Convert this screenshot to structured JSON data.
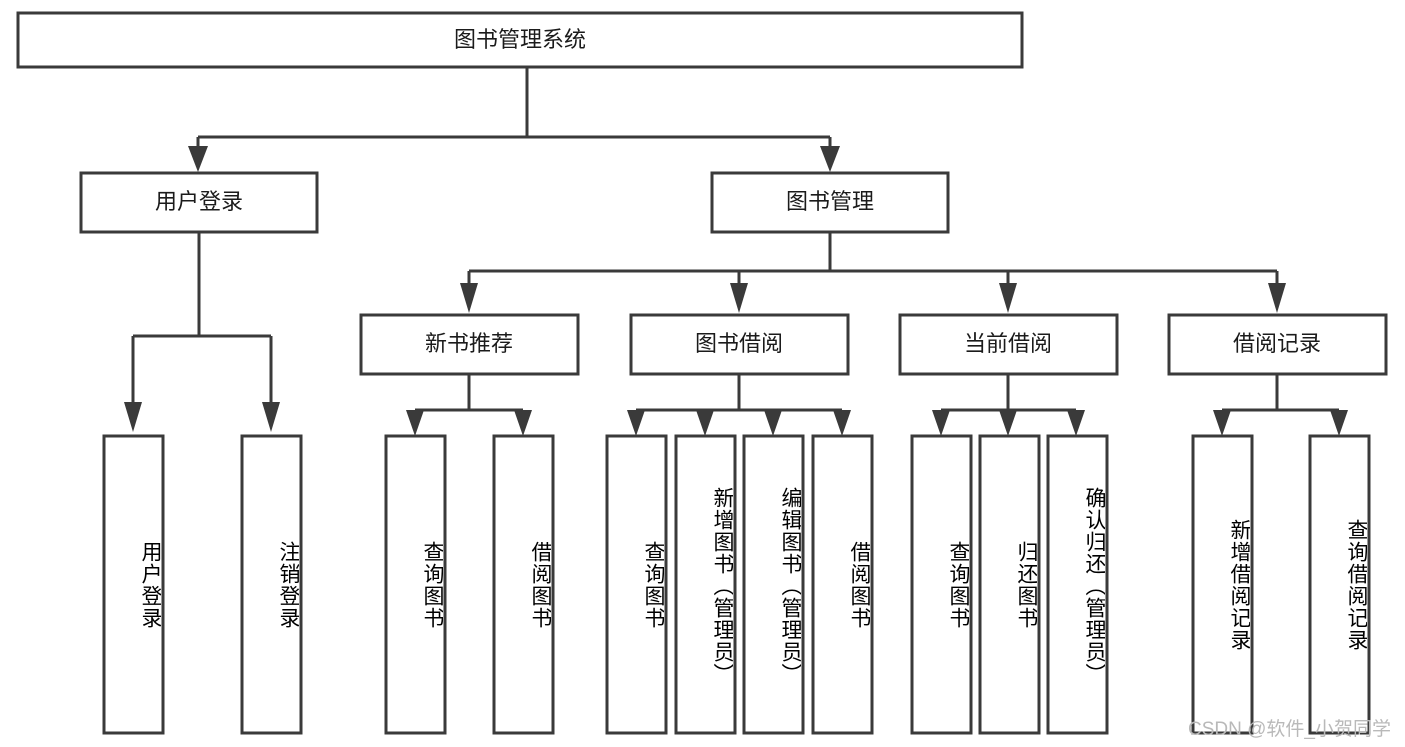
{
  "diagram": {
    "title": "图书管理系统",
    "type": "hierarchy-tree",
    "watermark": "CSDN @软件_小贺同学",
    "colors": {
      "box_stroke": "#3a3a3a",
      "box_fill": "#ffffff",
      "text": "#1b1b1b",
      "connector": "#3a3a3a",
      "watermark": "#b9b9b9",
      "background": "#ffffff"
    },
    "levels": {
      "root": {
        "label": "图书管理系统"
      },
      "level2": [
        {
          "id": "user-login",
          "label": "用户登录"
        },
        {
          "id": "book-manage",
          "label": "图书管理"
        }
      ],
      "level3": [
        {
          "id": "new-book-recommend",
          "label": "新书推荐",
          "parent": "book-manage"
        },
        {
          "id": "book-borrow",
          "label": "图书借阅",
          "parent": "book-manage"
        },
        {
          "id": "current-borrow",
          "label": "当前借阅",
          "parent": "book-manage"
        },
        {
          "id": "borrow-record",
          "label": "借阅记录",
          "parent": "book-manage"
        }
      ],
      "leaves": {
        "user-login": [
          {
            "id": "leaf-user-login",
            "label": "用户登录"
          },
          {
            "id": "leaf-user-logout",
            "label": "注销登录"
          }
        ],
        "new-book-recommend": [
          {
            "id": "leaf-query-book-1",
            "label": "查询图书"
          },
          {
            "id": "leaf-borrow-book-1",
            "label": "借阅图书"
          }
        ],
        "book-borrow": [
          {
            "id": "leaf-query-book-2",
            "label": "查询图书"
          },
          {
            "id": "leaf-add-book",
            "label": "新增图书（管理员）"
          },
          {
            "id": "leaf-edit-book",
            "label": "编辑图书（管理员）"
          },
          {
            "id": "leaf-borrow-book-2",
            "label": "借阅图书"
          }
        ],
        "current-borrow": [
          {
            "id": "leaf-query-book-3",
            "label": "查询图书"
          },
          {
            "id": "leaf-return-book",
            "label": "归还图书"
          },
          {
            "id": "leaf-confirm-return",
            "label": "确认归还（管理员）"
          }
        ],
        "borrow-record": [
          {
            "id": "leaf-add-record",
            "label": "新增借阅记录"
          },
          {
            "id": "leaf-query-record",
            "label": "查询借阅记录"
          }
        ]
      }
    }
  }
}
